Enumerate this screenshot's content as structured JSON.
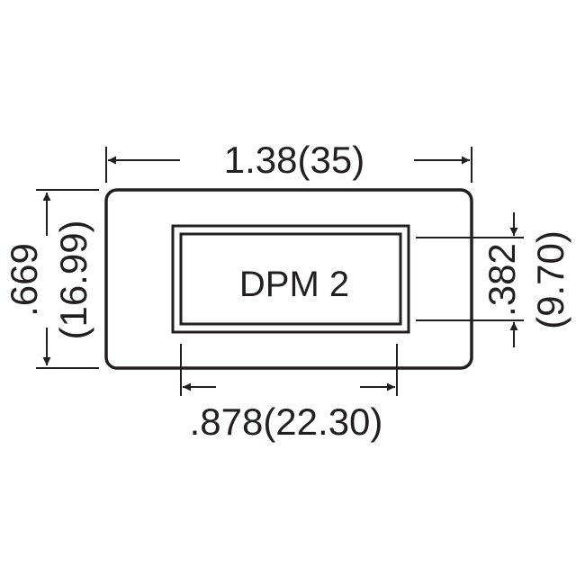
{
  "drawing": {
    "display_label": "DPM 2",
    "dimensions": {
      "overall_width": "1.38(35)",
      "overall_height_in": ".669",
      "overall_height_mm": "(16.99)",
      "window_width": ".878(22.30)",
      "window_height_in": ".382",
      "window_height_mm": "(9.70)"
    },
    "colors": {
      "line": "#231f20",
      "background": "#ffffff"
    }
  }
}
